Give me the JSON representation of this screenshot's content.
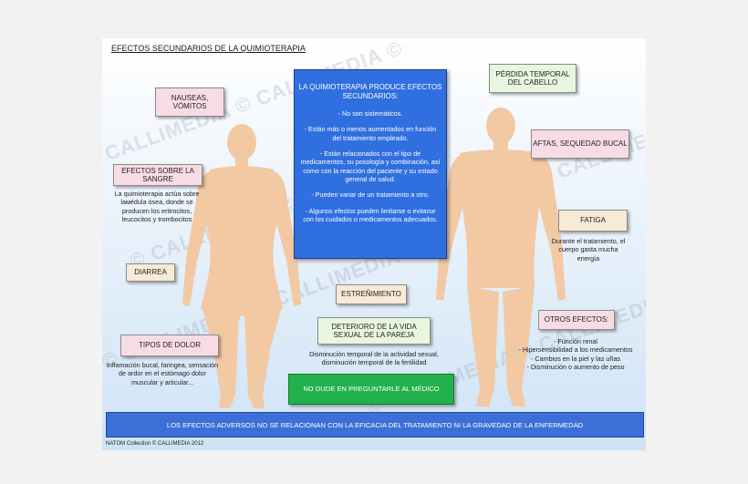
{
  "poster": {
    "title": "EFECTOS SECUNDARIOS DE LA QUIMIOTERAPIA",
    "watermark": "© CALLIMEDIA © CALLIMEDIA ©",
    "credit": "NATOM Collection © CALLIMEDIA 2012",
    "colors": {
      "main": "#2f6fe0",
      "green": "#22b14c",
      "footer": "#3d6fd8",
      "skin": "#f2c9a3"
    }
  },
  "main": {
    "heading": "LA QUIMIOTERAPIA PRODUCE EFECTOS SECUNDARIOS:",
    "points": [
      "- No son sistemáticos.",
      "- Están más o menos aumentados en función del tratamiento empleado.",
      "- Están relacionados con el tipo de medicamentos, su posología y combinación, así como con la reacción del paciente y su estado general de salud.",
      "- Pueden variar de un tratamiento a otro.",
      "- Algunos efectos pueden limitarse o evitarse con los cuidados o medicamentos adecuados."
    ]
  },
  "labels": {
    "nauseas": "NAUSEAS, VÓMITOS",
    "sangre": "EFECTOS SOBRE LA SANGRE",
    "sangre_desc": "La quimioterapia actúa sobre laмédula ósea, donde se producen los eritrocitos, leucocitos y trombocitos",
    "diarrea": "DIARREA",
    "dolor": "TIPOS DE DOLOR",
    "dolor_desc": "Inflamación bucal, faringea, sensación de ardor en el estómago dolor muscular y articular...",
    "estrenimiento": "ESTREÑIMIENTO",
    "sexual": "DETERIORO DE LA VIDA SEXUAL DE LA PAREJA",
    "sexual_desc": "Disminución temporal de la actividad sexual, disminución temporal de la fertilidad",
    "cabello": "PÉRDIDA TEMPORAL DEL CABELLO",
    "aftas": "AFTAS, SEQUEDAD BUCAL",
    "fatiga": "FATIGA",
    "fatiga_desc": "Durante el tratamiento, el cuerpo gasta mucha energía",
    "otros": "OTROS EFECTOS:",
    "otros_list": [
      "- Función renal",
      "- Hipersensibilidad a los medicamentos",
      "- Cambios en la piel y las uñas",
      "- Disminución o aumento de peso"
    ],
    "doctor": "NO DUDE EN PREGUNTARLE AL MÉDICO",
    "footer": "LOS EFECTOS ADVERSOS NO SE RELACIONAN CON LA EFICACIA DEL TRATAMIENTO NI LA GRAVEDAD DE LA ENFERMEDAD"
  }
}
